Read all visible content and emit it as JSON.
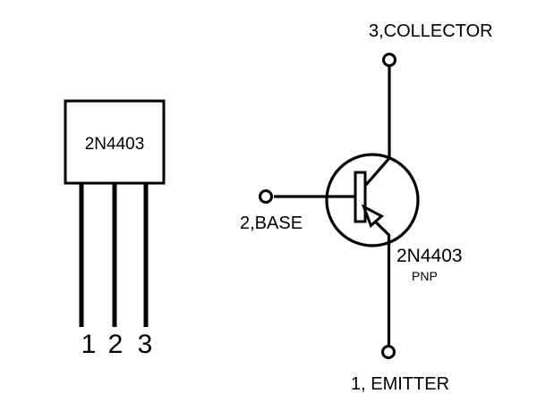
{
  "colors": {
    "background": "#ffffff",
    "line": "#000000"
  },
  "package_view": {
    "part_label": "2N4403",
    "pins": [
      {
        "number": "1"
      },
      {
        "number": "2"
      },
      {
        "number": "3"
      }
    ]
  },
  "schematic_view": {
    "collector_label": "3,COLLECTOR",
    "base_label": "2,BASE",
    "emitter_label": "1, EMITTER",
    "part_label": "2N4403",
    "type_label": "PNP"
  }
}
